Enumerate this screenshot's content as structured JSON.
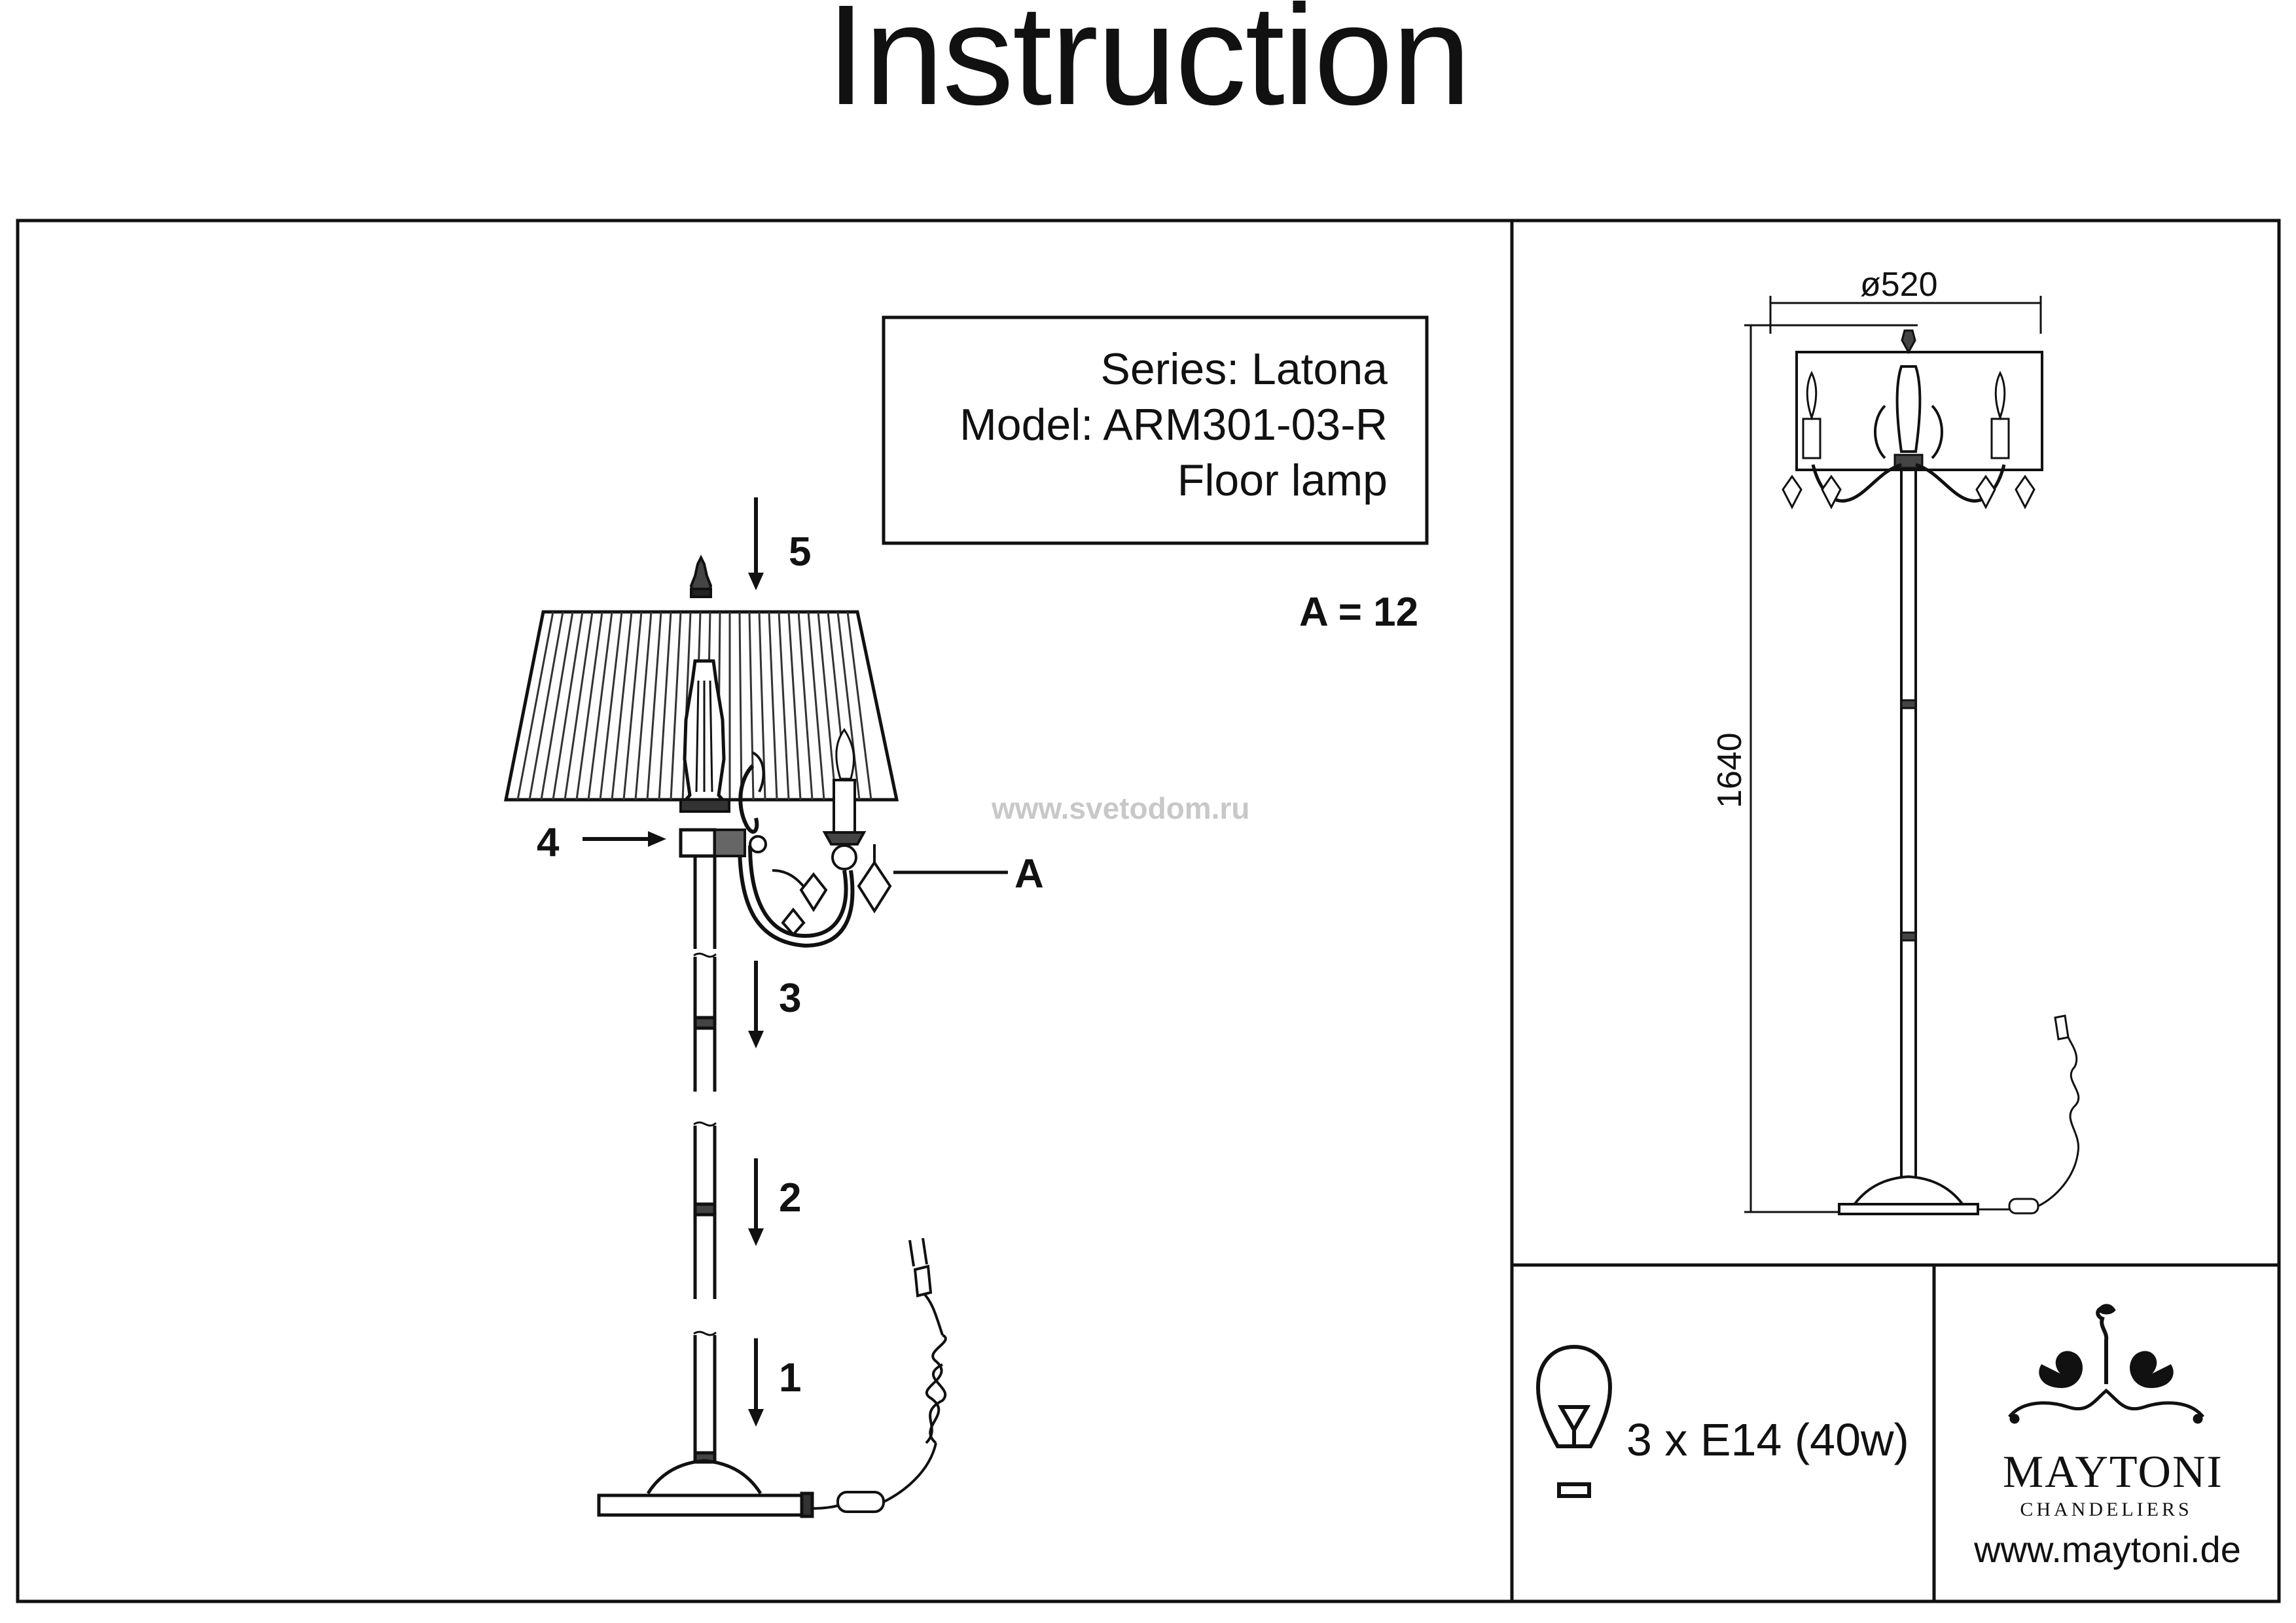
{
  "title": "Instruction",
  "info": {
    "series": "Series: Latona",
    "model": "Model: ARM301-03-R",
    "type": "Floor lamp"
  },
  "assembly": {
    "part_count": "A = 12",
    "labels": [
      "5",
      "4",
      "A",
      "3",
      "2",
      "1"
    ]
  },
  "watermark": "www.svetodom.ru",
  "dimensions": {
    "diameter": "ø520",
    "height": "1640"
  },
  "bulb": {
    "icon": "lightbulb-icon",
    "spec": "3 x E14 (40w)"
  },
  "brand": {
    "logo_text": "MAYTONI",
    "logo_subtext": "CHANDELIERS",
    "website": "www.maytoni.de"
  },
  "colors": {
    "line": "#111111",
    "watermark": "#c8c8c8"
  }
}
